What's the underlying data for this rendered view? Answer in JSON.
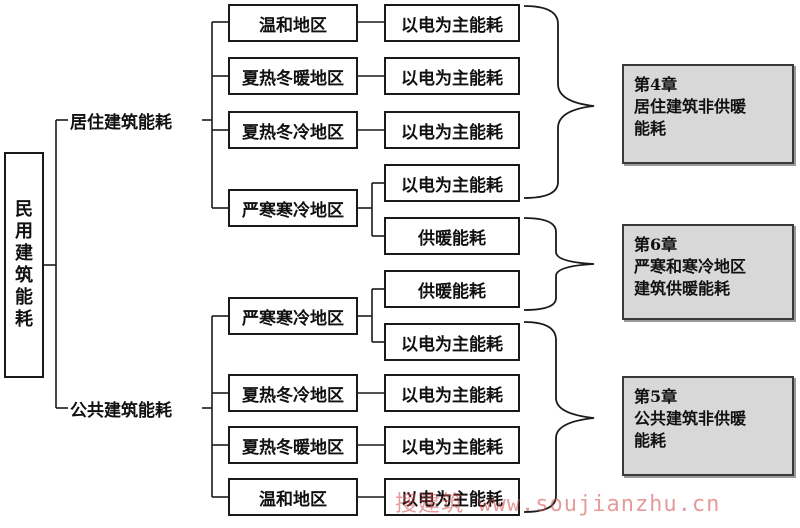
{
  "root": {
    "label": [
      "民",
      "用",
      "建",
      "筑",
      "能",
      "耗"
    ]
  },
  "residential": {
    "label": "居住建筑能耗",
    "regions": [
      {
        "name": "温和地区",
        "types": [
          "以电为主能耗"
        ]
      },
      {
        "name": "夏热冬暖地区",
        "types": [
          "以电为主能耗"
        ]
      },
      {
        "name": "夏热冬冷地区",
        "types": [
          "以电为主能耗"
        ]
      },
      {
        "name": "严寒寒冷地区",
        "types": [
          "以电为主能耗",
          "供暖能耗"
        ]
      }
    ]
  },
  "public": {
    "label": "公共建筑能耗",
    "regions": [
      {
        "name": "严寒寒冷地区",
        "types": [
          "供暖能耗",
          "以电为主能耗"
        ]
      },
      {
        "name": "夏热冬冷地区",
        "types": [
          "以电为主能耗"
        ]
      },
      {
        "name": "夏热冬暖地区",
        "types": [
          "以电为主能耗"
        ]
      },
      {
        "name": "温和地区",
        "types": [
          "以电为主能耗"
        ]
      }
    ]
  },
  "chapters": [
    {
      "title": "第4章",
      "lines": [
        "居住建筑非供暖",
        "能耗"
      ]
    },
    {
      "title": "第6章",
      "lines": [
        "严寒和寒冷地区",
        "建筑供暖能耗"
      ]
    },
    {
      "title": "第5章",
      "lines": [
        "公共建筑非供暖",
        "能耗"
      ]
    }
  ],
  "watermark": "搜建筑 www.soujianzhu.cn",
  "colors": {
    "border": "#1a1a1a",
    "chapter_bg": "#d8d8d8",
    "watermark": "#d24a4a"
  }
}
